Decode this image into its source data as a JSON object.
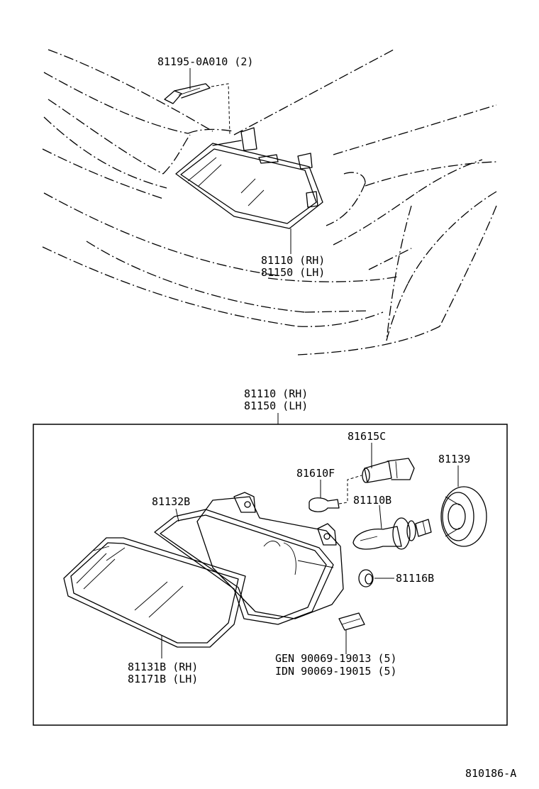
{
  "labels": {
    "top_clip": "81195-0A010 (2)",
    "top_lamp_rh": "81110 (RH)",
    "top_lamp_lh": "81150 (LH)",
    "assy_rh": "81110 (RH)",
    "assy_lh": "81150 (LH)",
    "socket": "81615C",
    "wedge_bulb": "81610F",
    "cover": "81139",
    "gasket": "81132B",
    "halogen_bulb": "81110B",
    "grommet": "81116B",
    "lens_rh": "81131B (RH)",
    "lens_lh": "81171B (LH)",
    "clip_gen": "GEN  90069-19013 (5)",
    "clip_idn": "IDN  90069-19015 (5)",
    "diagram_code": "810186-A"
  }
}
